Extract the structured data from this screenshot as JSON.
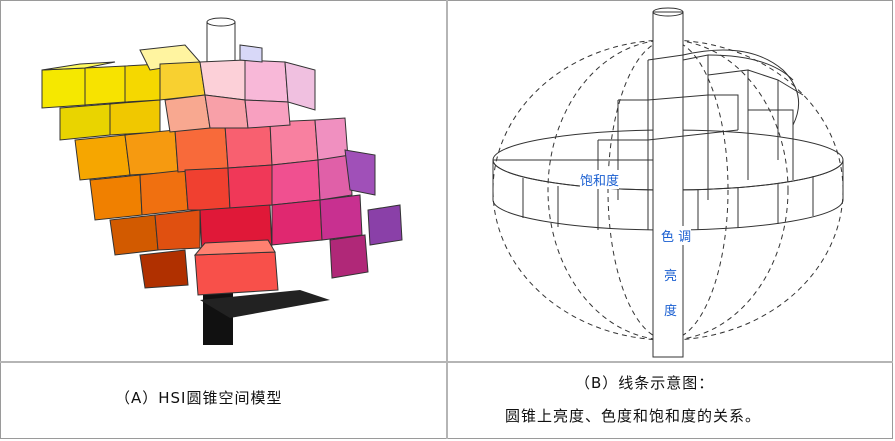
{
  "captions": {
    "left": "（A）HSI圆锥空间模型",
    "right_line1": "（B）线条示意图：",
    "right_line2": "圆锥上亮度、色度和饱和度的关系。"
  },
  "labels": {
    "saturation": "饱和度",
    "hue": "色 调",
    "intensity_1": "亮",
    "intensity_2": "度"
  },
  "colors": {
    "label_text": "#1a5fd1",
    "border": "#9a9a9a"
  }
}
